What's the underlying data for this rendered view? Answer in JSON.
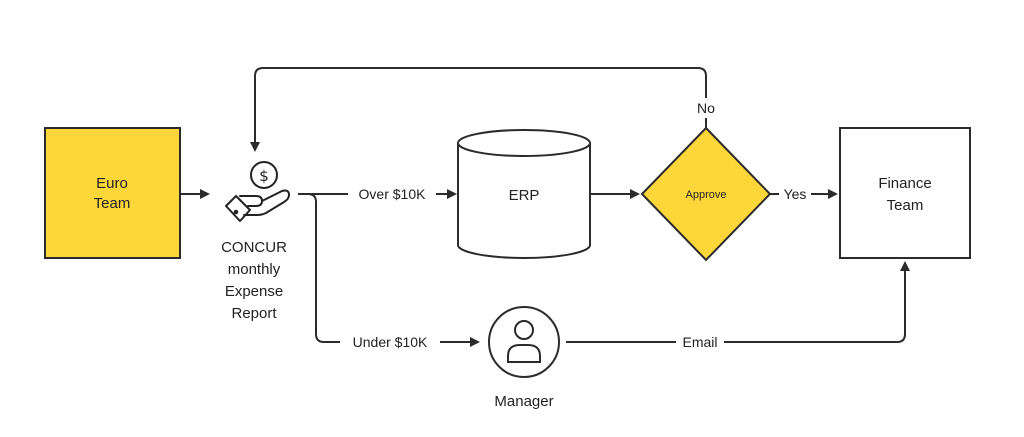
{
  "colors": {
    "accent_fill": "#FDD73A",
    "line": "#2b2b2b",
    "background": "#ffffff"
  },
  "nodes": {
    "euro_team": {
      "line1": "Euro",
      "line2": "Team"
    },
    "concur": {
      "icon": "hand-money-icon",
      "lines": [
        "CONCUR",
        "monthly",
        "Expense",
        "Report"
      ]
    },
    "erp": {
      "label": "ERP",
      "shape": "database-cylinder"
    },
    "approve": {
      "label": "Approve",
      "shape": "decision-diamond"
    },
    "finance_team": {
      "line1": "Finance",
      "line2": "Team"
    },
    "manager": {
      "icon": "user-icon",
      "label": "Manager"
    }
  },
  "edges": {
    "over": "Over $10K",
    "under": "Under $10K",
    "yes": "Yes",
    "no": "No",
    "email": "Email"
  }
}
